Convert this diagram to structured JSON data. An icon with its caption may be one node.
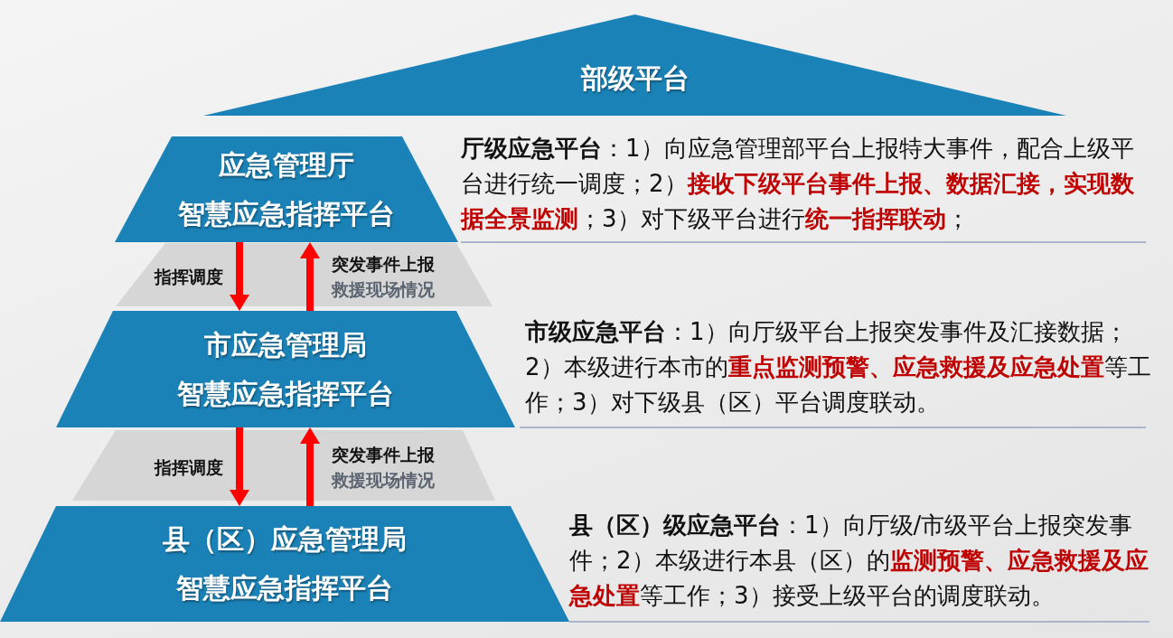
{
  "diagram": {
    "nodes": [
      {
        "text": [
          "部级平台"
        ]
      },
      {
        "text": [
          "应急管理厅",
          "智慧应急指挥平台"
        ],
        "beside": [
          "**厅级应急平台**：1）向应急管理部平台上报特大事件，配合上级平台进行统一调度；2）**接收下级平台事件上报、数据汇接，实现数据全景监测**；3）对下级平台进行**统一指挥联动**；"
        ]
      },
      {
        "text": [
          "市应急管理局",
          "智慧应急指挥平台"
        ],
        "beside": [
          "**市级应急平台**：1）向厅级平台上报突发事件及汇接数据；2）本级进行本市的**重点监测预警、应急救援及应急处置**等工作；3）对下级县（区）平台调度联动。"
        ]
      },
      {
        "text": [
          "县（区）应急管理局",
          "智慧应急指挥平台"
        ],
        "beside": [
          "**县（区）级应急平台**：1）向厅级/市级平台上报突发事件；2）本级进行本县（区）的**监测预警、应急救援及应急处置**等工作；3）接受上级平台的调度联动。"
        ]
      }
    ],
    "edges": [
      {
        "from": 1,
        "to": 2,
        "arrow": "to",
        "label": "指挥调度"
      },
      {
        "from": 2,
        "to": 1,
        "arrow": "to",
        "label": "突发事件上报救援现场情况"
      },
      {
        "from": 2,
        "to": 3,
        "arrow": "to",
        "label": "指挥调度"
      },
      {
        "from": 3,
        "to": 2,
        "arrow": "to",
        "label": "突发事件上报救援现场情况"
      }
    ]
  }
}
